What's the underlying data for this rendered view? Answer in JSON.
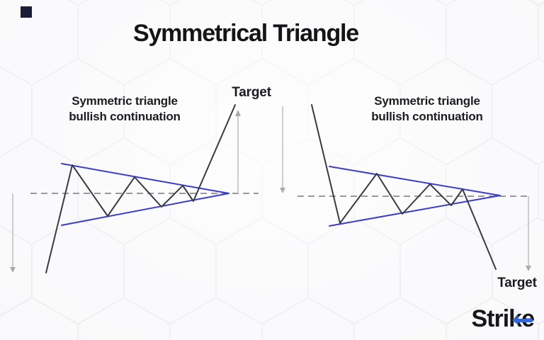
{
  "title": "Symmetrical Triangle",
  "diagrams": {
    "left": {
      "label_line1": "Symmetric triangle",
      "label_line2": "bullish continuation",
      "target_label": "Target",
      "price_points": "65,385 102,233 152,305 190,250 228,292 258,262 273,284 332,148",
      "upper_trendline_points": "87,231 323,273",
      "lower_trendline_points": "87,318 323,273",
      "dashed_line_points": "43,273 365,273",
      "pole_measure_points": "18,273 18,383",
      "target_measure_points": "336,273 336,159"
    },
    "right": {
      "label_line1": "Symmetric triangle",
      "label_line2": "bullish continuation",
      "target_label": "Target",
      "price_points": "440,148 480,315 532,245 568,302 607,260 637,290 653,267 700,380",
      "upper_trendline_points": "465,235 706,276",
      "lower_trendline_points": "465,319 706,276",
      "dashed_line_points": "420,277 745,277",
      "pole_measure_points": "399,150 399,271",
      "target_measure_points": "746,277 746,381"
    }
  },
  "logo": {
    "prefix": "Strik",
    "e_letter": "e"
  },
  "colors": {
    "trendline_blue": "#3d3dcb",
    "price_line_dark": "#3a3a41",
    "dashed_gray": "#98989e",
    "measure_gray": "#b3b3b8",
    "text_dark": "#1d1d21",
    "logo_blue": "#3466d6",
    "corner_square_navy": "#1c1c38"
  }
}
